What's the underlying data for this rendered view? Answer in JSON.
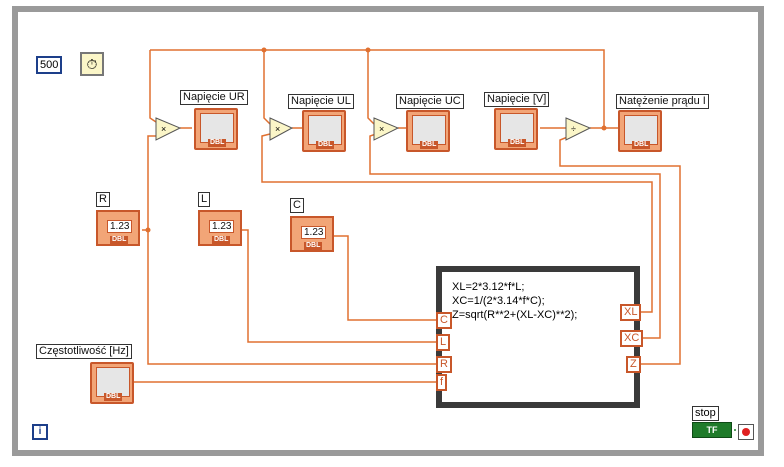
{
  "constants": {
    "loop_wait": "500"
  },
  "indicators": {
    "ur": "Napięcie UR",
    "ul": "Napięcie UL",
    "uc": "Napięcie UC",
    "v": "Napięcie [V]",
    "i": "Natężenie prądu I"
  },
  "controls": {
    "r": "R",
    "l": "L",
    "c": "C",
    "f": "Częstotliwość [Hz]",
    "num_value": "1.23",
    "dbl": "DBL"
  },
  "formula": {
    "line1": "XL=2*3.12*f*L;",
    "line2": "XC=1/(2*3.14*f*C);",
    "line3": "Z=sqrt(R**2+(XL-XC)**2);",
    "inputs": [
      "C",
      "L",
      "R",
      "f"
    ],
    "outputs": [
      "XL",
      "XC",
      "Z"
    ]
  },
  "stop": {
    "label": "stop",
    "tf": "TF"
  },
  "info": "i",
  "colors": {
    "wire": "#e07030",
    "accent": "#c8572a",
    "frame": "#9a9a9a"
  }
}
